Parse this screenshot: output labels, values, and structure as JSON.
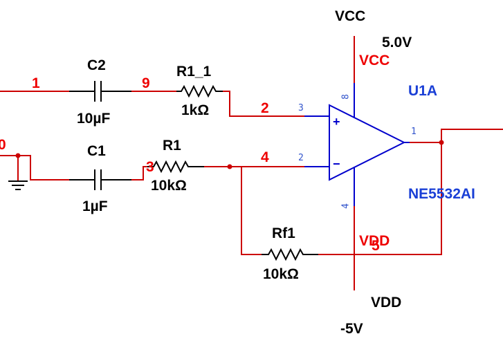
{
  "components": {
    "c2": {
      "ref": "C2",
      "value": "10µF"
    },
    "c1": {
      "ref": "C1",
      "value": "1µF"
    },
    "r1_1": {
      "ref": "R1_1",
      "value": "1kΩ"
    },
    "r1": {
      "ref": "R1",
      "value": "10kΩ"
    },
    "rf1": {
      "ref": "Rf1",
      "value": "10kΩ"
    },
    "opamp": {
      "ref": "U1A",
      "part": "NE5532AI"
    }
  },
  "nets": {
    "n1": "1",
    "n9": "9",
    "n0": "0",
    "n3": "3",
    "n2": "2",
    "n4": "4",
    "n5": "5"
  },
  "pins": {
    "in_plus": "3",
    "in_minus": "2",
    "output": "1",
    "v_pos": "8",
    "v_neg": "4"
  },
  "polarity": {
    "plus": "+",
    "minus": "−"
  },
  "power": {
    "vcc_title": "VCC",
    "vcc_value": "5.0V",
    "vcc_net": "VCC",
    "vdd_title": "VDD",
    "vdd_value": "-5V",
    "vdd_net": "VDD"
  }
}
